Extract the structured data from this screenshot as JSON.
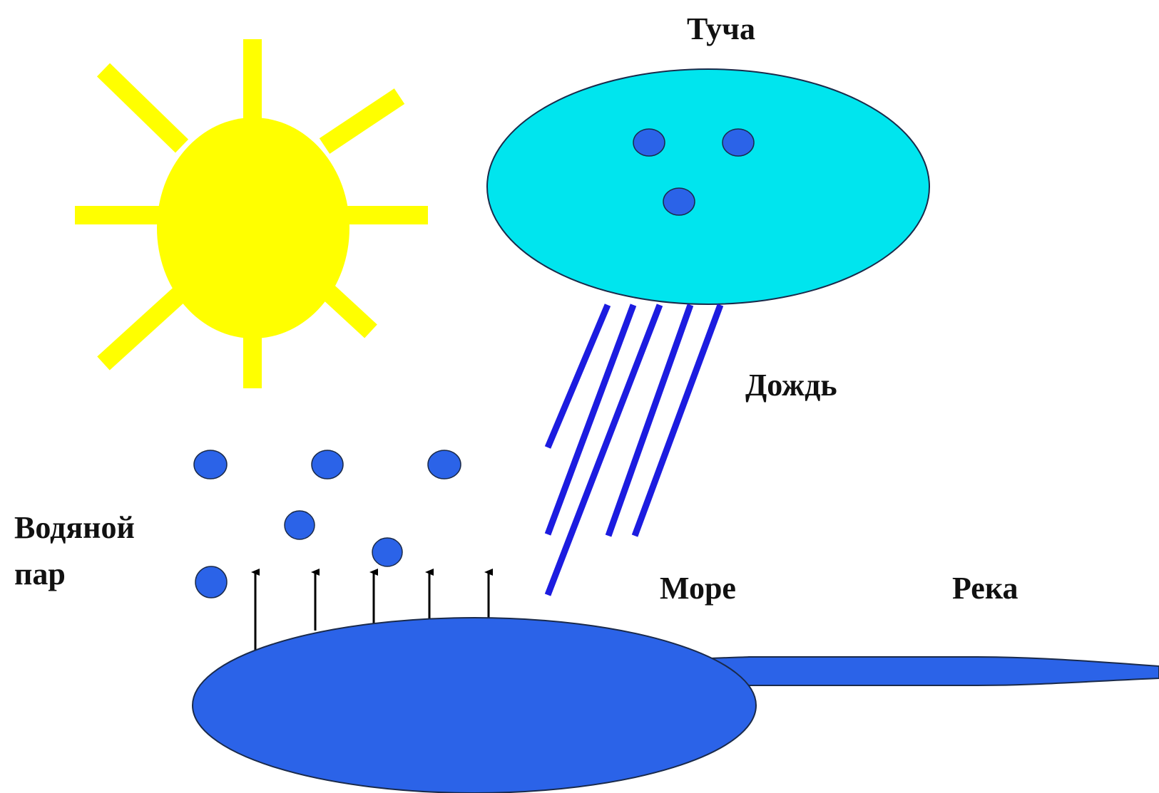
{
  "labels": {
    "cloud": "Туча",
    "rain": "Дождь",
    "vapor_line1": "Водяной",
    "vapor_line2": "пар",
    "sea": "Море",
    "river": "Река"
  },
  "colors": {
    "sun": "#ffff00",
    "cloud": "#00e5ee",
    "droplet": "#2b63e8",
    "rain": "#1c1ce0",
    "sea": "#2b63e8",
    "outline": "#1a2a4a",
    "arrow": "#000000"
  },
  "icons": {
    "sun": "sun-icon",
    "cloud": "cloud-icon",
    "sea": "sea-shape",
    "river": "river-shape"
  }
}
